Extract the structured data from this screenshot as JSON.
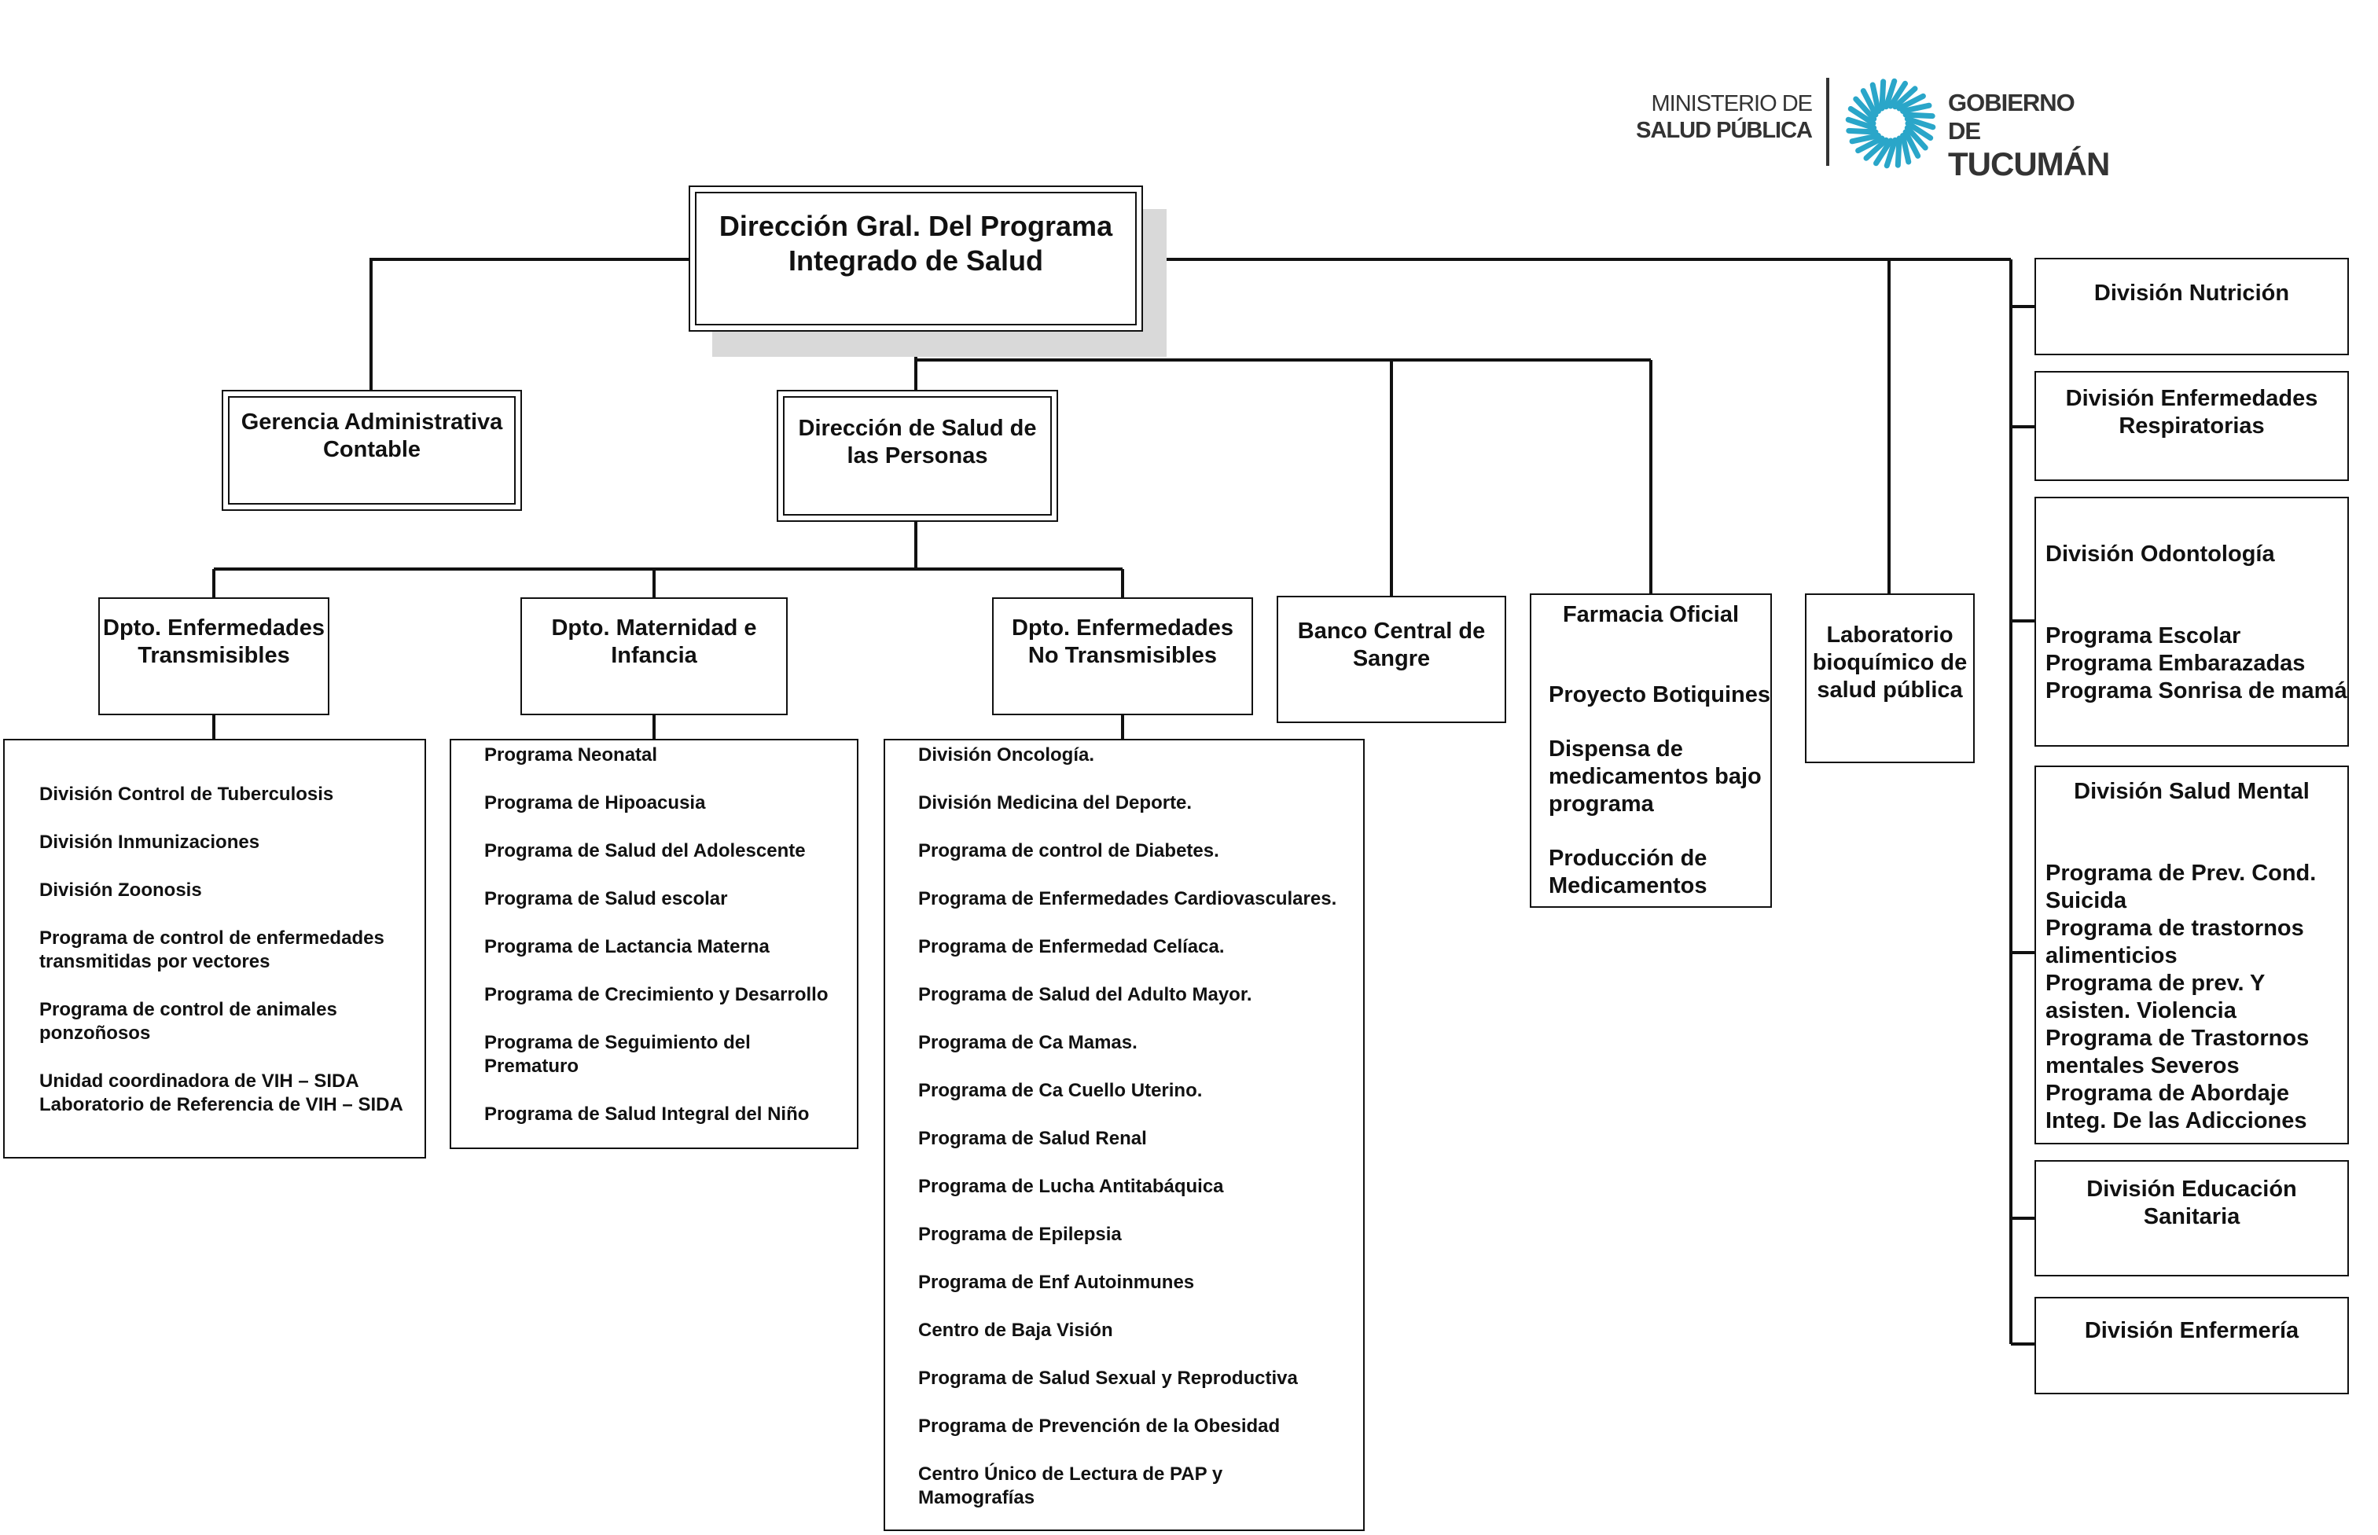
{
  "logo": {
    "ministerio_line1": "MINISTERIO DE",
    "ministerio_line2": "SALUD PÚBLICA",
    "gobierno_line1": "GOBIERNO DE",
    "gobierno_line2": "TUCUMÁN",
    "brand_color": "#2aa6c9",
    "icon": "sun-emblem-icon"
  },
  "top": {
    "line1": "Dirección Gral. Del Programa",
    "line2": "Integrado de Salud"
  },
  "gerencia": {
    "line1": "Gerencia Administrativa",
    "line2": "Contable"
  },
  "direccion_personas": {
    "line1": "Dirección de Salud de",
    "line2": "las Personas"
  },
  "dpto_transmisibles": {
    "line1": "Dpto. Enfermedades",
    "line2": "Transmisibles",
    "items": [
      "División Control de Tuberculosis",
      "División Inmunizaciones",
      "División Zoonosis",
      "Programa de control de enfermedades",
      "transmitidas por vectores",
      "Programa de control de animales",
      "ponzoñosos",
      "Unidad coordinadora de VIH – SIDA",
      "Laboratorio de Referencia de VIH – SIDA"
    ]
  },
  "dpto_maternidad": {
    "line1": "Dpto. Maternidad e",
    "line2": "Infancia",
    "items": [
      "Programa Neonatal",
      "Programa de Hipoacusia",
      "Programa de Salud del Adolescente",
      "Programa de Salud escolar",
      "Programa de Lactancia Materna",
      "Programa de Crecimiento y Desarrollo",
      "Programa de Seguimiento del",
      "Prematuro",
      "Programa de Salud Integral del Niño"
    ]
  },
  "dpto_no_transmisibles": {
    "line1": "Dpto. Enfermedades",
    "line2": "No Transmisibles",
    "items": [
      "División Oncología.",
      "División Medicina del Deporte.",
      "Programa de control de Diabetes.",
      "Programa de Enfermedades Cardiovasculares.",
      "Programa de Enfermedad Celíaca.",
      "Programa de Salud del Adulto Mayor.",
      "Programa de Ca Mamas.",
      "Programa de Ca Cuello Uterino.",
      "Programa de Salud Renal",
      "Programa de Lucha Antitabáquica",
      "Programa de Epilepsia",
      "Programa de Enf Autoinmunes",
      "Centro de Baja Visión",
      "Programa de Salud Sexual y Reproductiva",
      "Programa de Prevención de la Obesidad",
      "Centro Único de Lectura de PAP y",
      "Mamografías"
    ]
  },
  "banco": {
    "line1": "Banco Central de",
    "line2": "Sangre"
  },
  "farmacia": {
    "title": "Farmacia Oficial",
    "items": [
      "Proyecto Botiquines",
      "Dispensa de",
      "medicamentos bajo",
      "programa",
      "Producción de",
      "Medicamentos"
    ]
  },
  "laboratorio": {
    "line1": "Laboratorio",
    "line2": "bioquímico de",
    "line3": "salud pública"
  },
  "divisiones": {
    "nutricion": "División Nutrición",
    "respiratorias_1": "División Enfermedades",
    "respiratorias_2": "Respiratorias",
    "odontologia": "División Odontología",
    "odontologia_items": [
      "Programa Escolar",
      "Programa Embarazadas",
      "Programa Sonrisa de mamá"
    ],
    "salud_mental": "División Salud Mental",
    "salud_mental_items": [
      "Programa de Prev. Cond.",
      "Suicida",
      "Programa de trastornos",
      "alimenticios",
      "Programa de prev. Y",
      "asisten. Violencia",
      "Programa de Trastornos",
      "mentales Severos",
      "Programa de Abordaje",
      "Integ. De las Adicciones"
    ],
    "educacion_1": "División Educación",
    "educacion_2": "Sanitaria",
    "enfermeria": "División Enfermería"
  }
}
